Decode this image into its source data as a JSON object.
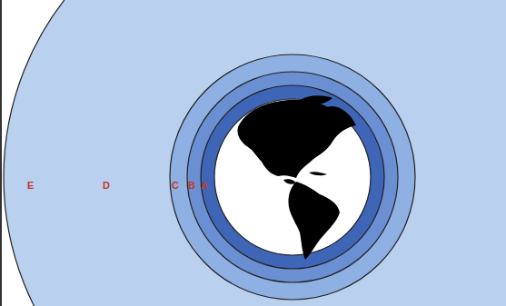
{
  "diagram": {
    "labels": [
      "E",
      "D",
      "C",
      "B",
      "A"
    ]
  }
}
